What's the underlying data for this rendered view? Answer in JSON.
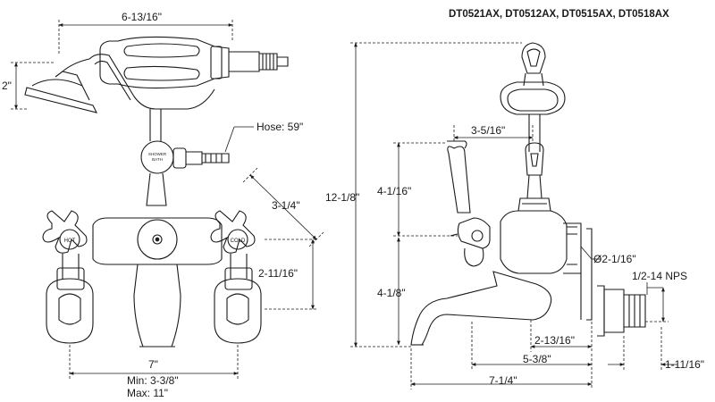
{
  "models": "DT0521AX, DT0512AX, DT0515AX, DT0518AX",
  "front_view": {
    "dim_top_width": "6-13/16\"",
    "dim_handshower_height": "2\"",
    "dim_hose": "Hose: 59\"",
    "dim_handle_reach": "3-1/4\"",
    "dim_leg_height": "2-11/16\"",
    "dim_center": "7\"",
    "dim_min": "Min: 3-3/8\"",
    "dim_max": "Max: 11\"",
    "label_hot": "HOT",
    "label_cold": "COLD",
    "label_diverter_1": "SHOWER",
    "label_diverter_2": "BATH"
  },
  "side_view": {
    "dim_overall_height": "12-1/8\"",
    "dim_cradle_offset": "3-5/16\"",
    "dim_upper_height": "4-1/16\"",
    "dim_lower_height": "4-1/8\"",
    "dim_diameter": "Ø2-1/16\"",
    "dim_thread": "1/2-14 NPS",
    "dim_spout_to_wall": "2-13/16\"",
    "dim_spout_reach": "5-3/8\"",
    "dim_overall_depth": "7-1/4\"",
    "dim_shank": "1-11/16\""
  },
  "colors": {
    "line": "#1a1a1a",
    "dim_line": "#555555",
    "background": "#ffffff"
  }
}
